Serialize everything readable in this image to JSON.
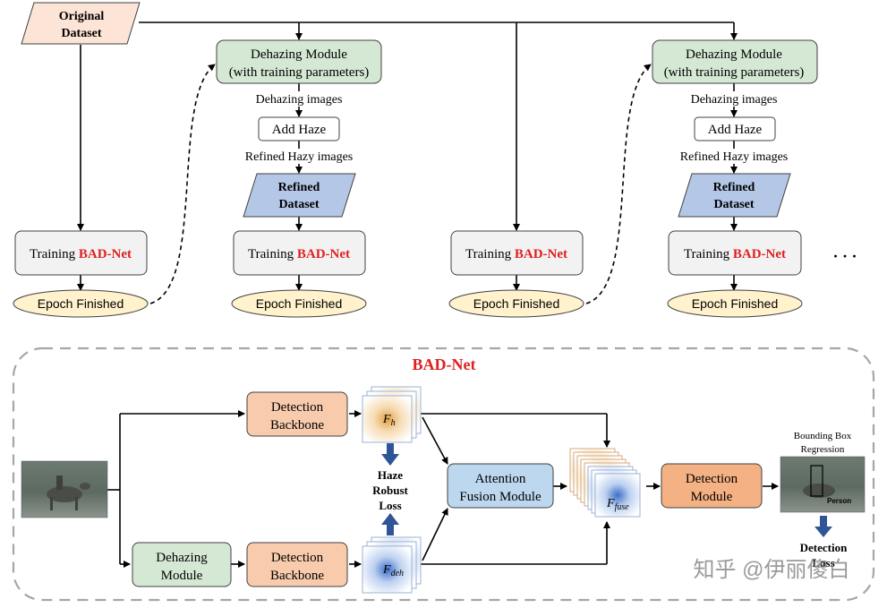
{
  "top_flow": {
    "original_dataset": [
      "Original",
      "Dataset"
    ],
    "dehazing_module": [
      "Dehazing Module",
      "(with training parameters)"
    ],
    "dehazing_images": "Dehazing images",
    "add_haze": "Add Haze",
    "refined_hazy_images": "Refined Hazy images",
    "refined_dataset": [
      "Refined",
      "Dataset"
    ],
    "training_prefix": "Training ",
    "training_model": "BAD-Net",
    "epoch_finished": "Epoch Finished",
    "ellipsis": "· · ·"
  },
  "bad_net": {
    "title": "BAD-Net",
    "detection_backbone": [
      "Detection",
      "Backbone"
    ],
    "dehazing_module": [
      "Dehazing",
      "Module"
    ],
    "feature_h": "F",
    "feature_h_sub": "h",
    "feature_deh": "F",
    "feature_deh_sub": "deh",
    "feature_fuse": "F",
    "feature_fuse_sub": "fuse",
    "haze_robust_loss": [
      "Haze",
      "Robust",
      "Loss"
    ],
    "attention_fusion": [
      "Attention",
      "Fusion Module"
    ],
    "detection_module": [
      "Detection",
      "Module"
    ],
    "bbox_regression": [
      "Bounding Box",
      "Regression"
    ],
    "person_label": "Person",
    "detection_loss": [
      "Detection",
      "Loss"
    ]
  },
  "watermark": "知乎 @伊丽傻白",
  "colors": {
    "original_dataset_fill": "#fce4d6",
    "dehazing_fill": "#d5e8d4",
    "refined_fill": "#b4c7e7",
    "training_fill": "#f2f2f2",
    "epoch_fill": "#fff2cc",
    "backbone_fill": "#f8cbad",
    "attention_fill": "#bdd7ee",
    "bad_net_red": "#e02020",
    "arrow_blue": "#2f5597"
  }
}
